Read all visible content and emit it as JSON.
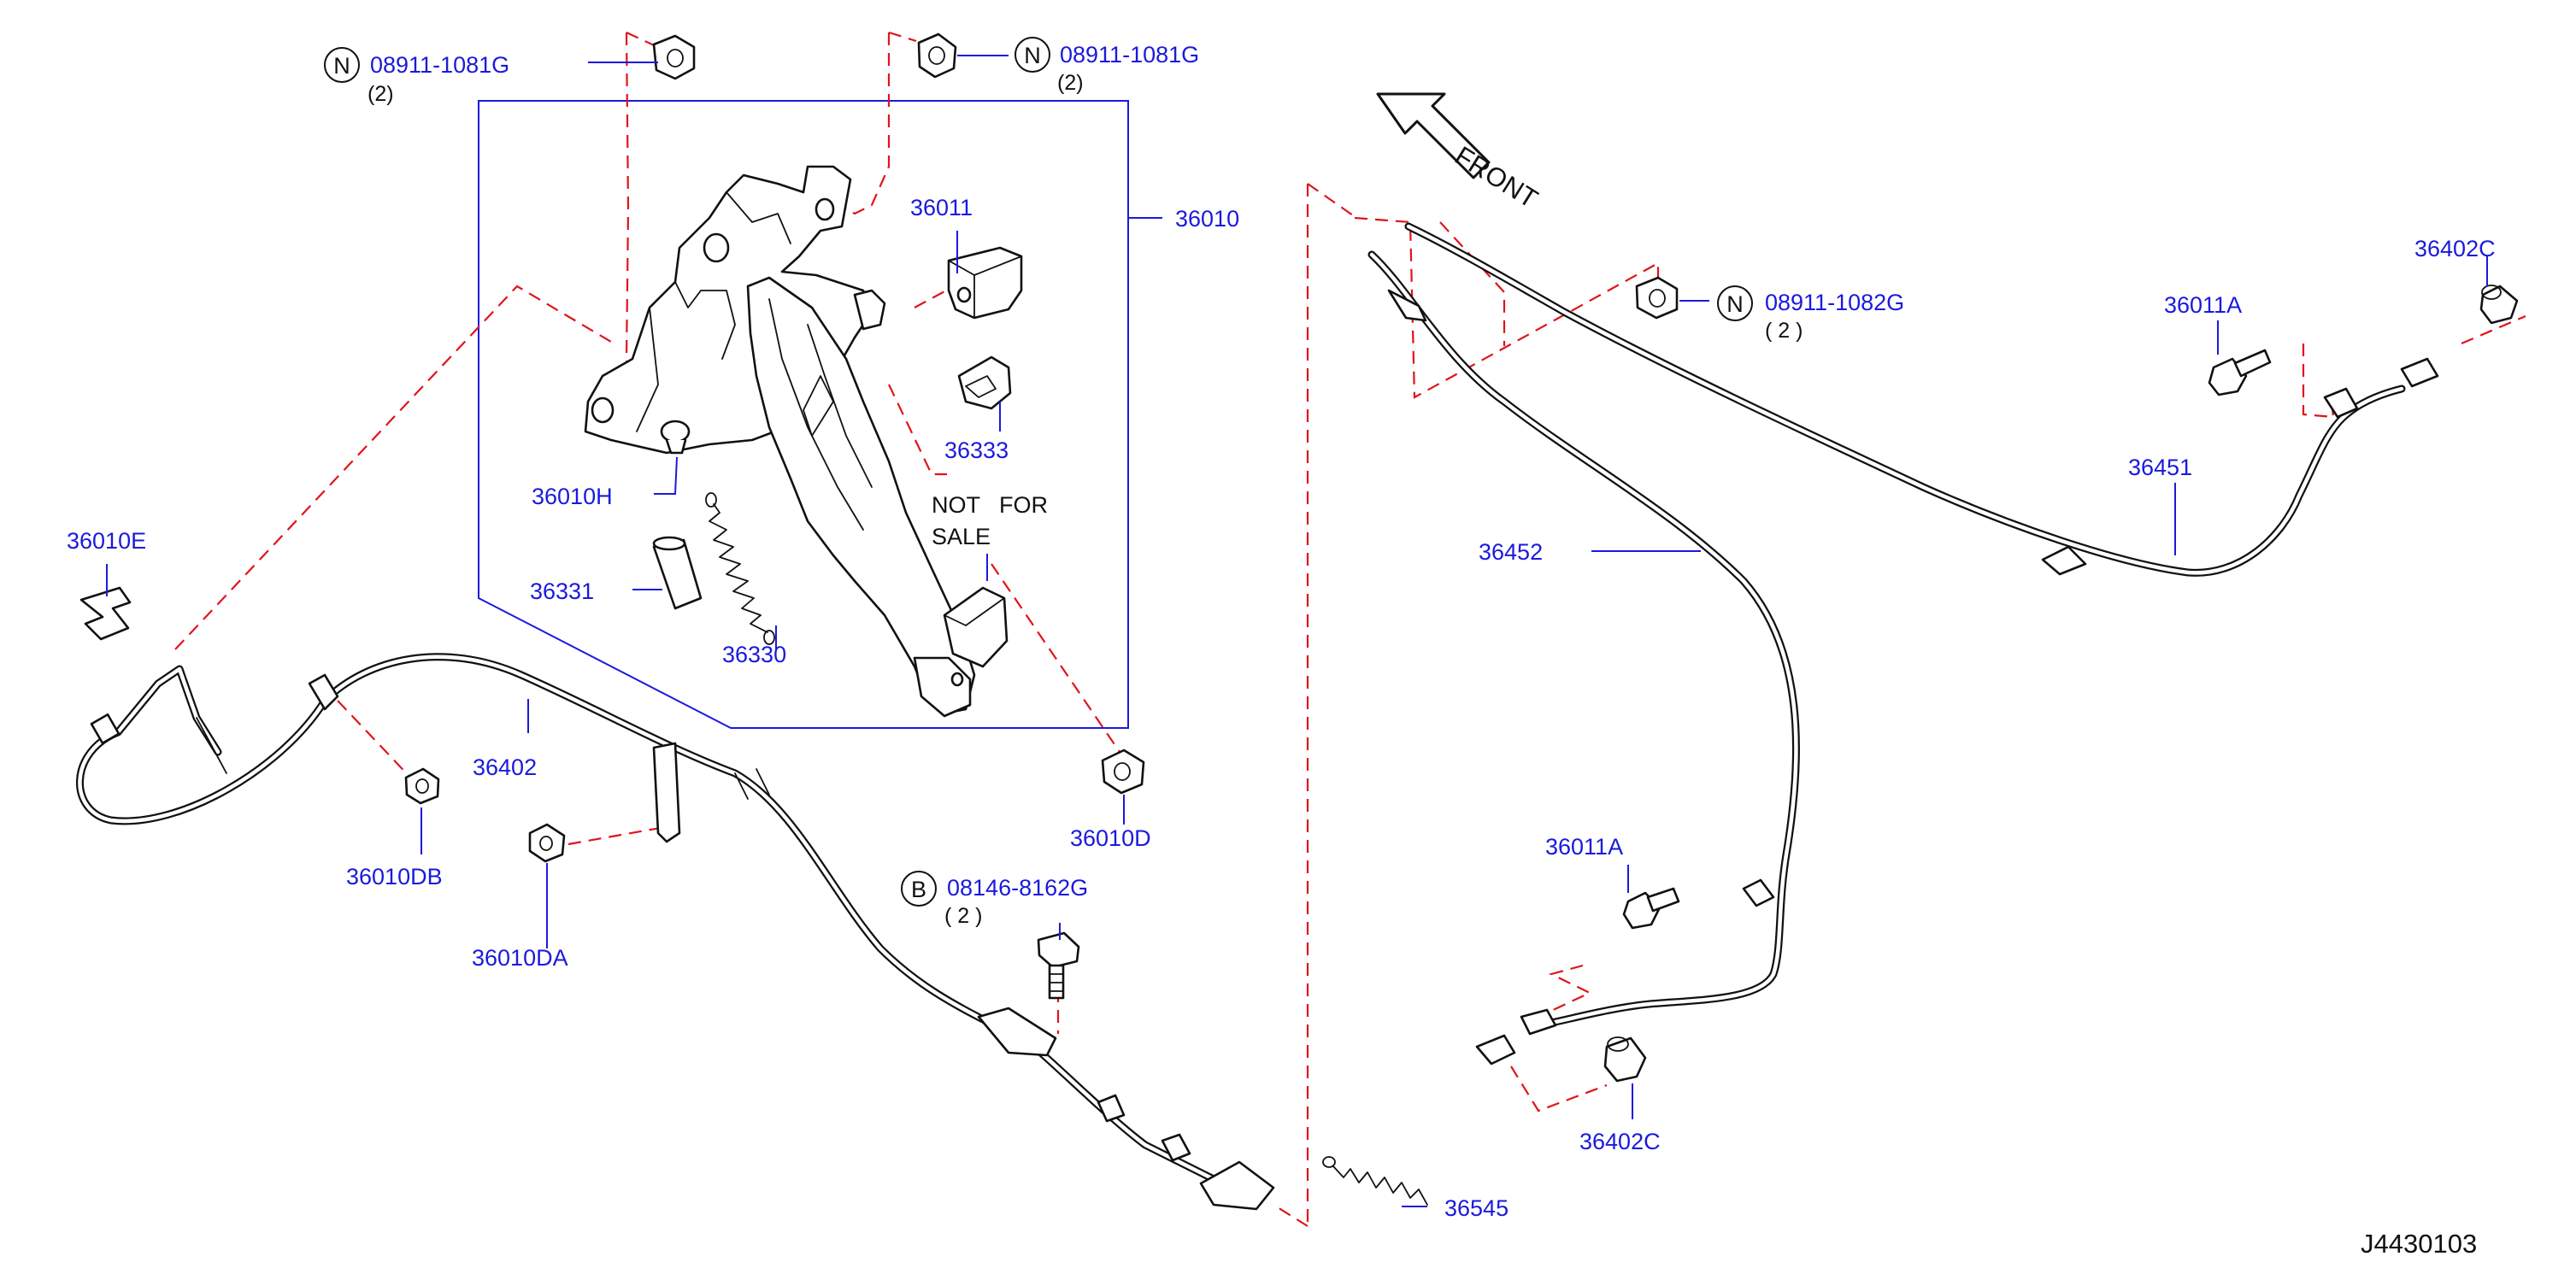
{
  "callouts": {
    "nut_top_left": {
      "symbol": "N",
      "number": "08911-1081G",
      "qty": "(2)"
    },
    "nut_top_mid": {
      "symbol": "N",
      "number": "08911-1081G",
      "qty": "(2)"
    },
    "nut_right": {
      "symbol": "N",
      "number": "08911-1082G",
      "qty": "( 2 )"
    },
    "bolt_bottom": {
      "symbol": "B",
      "number": "08146-8162G",
      "qty": "( 2 )"
    }
  },
  "parts": {
    "p36010": "36010",
    "p36011": "36011",
    "p36333": "36333",
    "p36010H": "36010H",
    "p36331": "36331",
    "p36330": "36330",
    "p36010E": "36010E",
    "p36402": "36402",
    "p36010DB": "36010DB",
    "p36010DA": "36010DA",
    "p36010D": "36010D",
    "p36545": "36545",
    "p36452": "36452",
    "p36451": "36451",
    "p36011A_top": "36011A",
    "p36011A_bottom": "36011A",
    "p36402C_top": "36402C",
    "p36402C_bottom": "36402C"
  },
  "notice": {
    "line1": "NOT   FOR",
    "line2": "SALE"
  },
  "front_label": "FRONT",
  "diagram_id": "J4430103",
  "colors": {
    "label": "#1a1adc",
    "phantom_line": "#e0141c",
    "outline": "#111111"
  }
}
